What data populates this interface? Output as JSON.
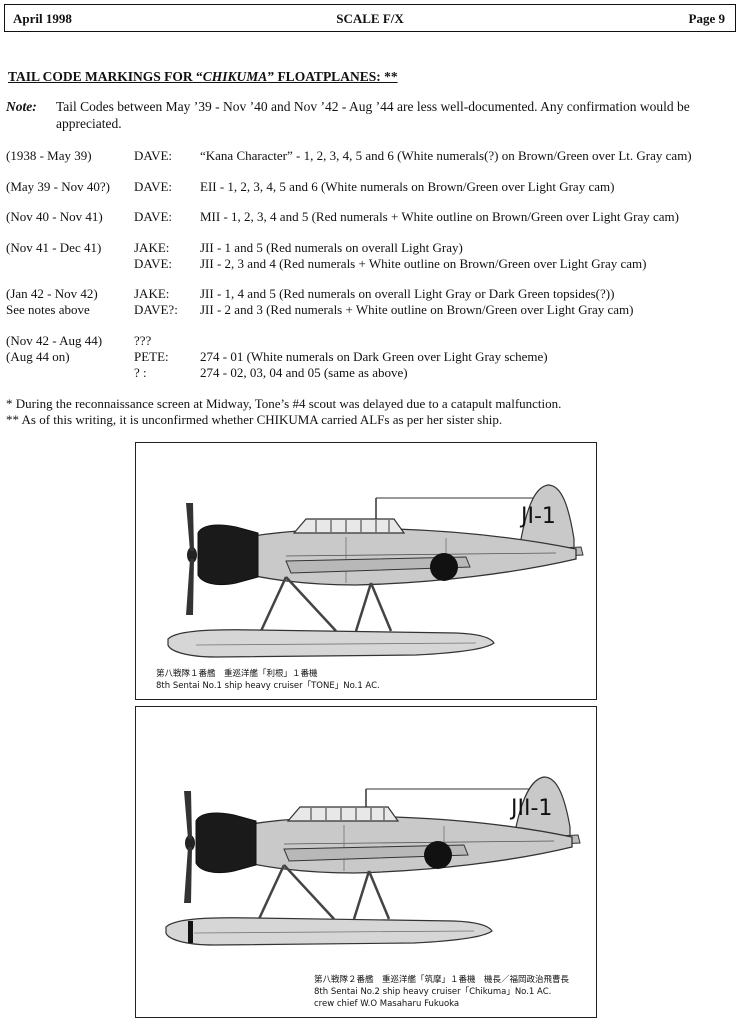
{
  "header": {
    "date": "April 1998",
    "publication": "SCALE F/X",
    "page": "Page 9"
  },
  "title": {
    "prefix": "TAIL CODE MARKINGS FOR “",
    "ship": "CHIKUMA",
    "suffix": "” FLOATPLANES:  **"
  },
  "note": {
    "label": "Note:",
    "text": "Tail Codes between May ’39 - Nov ’40 and Nov ’42 - Aug ’44 are less well-documented.  Any confirmation would be appreciated."
  },
  "rows": [
    {
      "period": "(1938 - May 39)",
      "entries": [
        {
          "aircraft": "DAVE:",
          "desc": "“Kana Character” - 1, 2, 3, 4, 5 and 6  (White numerals(?) on Brown/Green over Lt. Gray cam)"
        }
      ]
    },
    {
      "period": "(May 39 - Nov 40?)",
      "entries": [
        {
          "aircraft": "DAVE:",
          "desc": "EII - 1, 2, 3, 4, 5 and 6  (White numerals on Brown/Green over Light Gray cam)"
        }
      ]
    },
    {
      "period": "(Nov 40 - Nov 41)",
      "entries": [
        {
          "aircraft": "DAVE:",
          "desc": "MII - 1, 2, 3, 4 and 5  (Red numerals + White outline on Brown/Green over Light Gray cam)"
        }
      ]
    },
    {
      "period": "(Nov 41 - Dec 41)",
      "entries": [
        {
          "aircraft": "JAKE:",
          "desc": "JII  - 1 and 5 (Red numerals on overall Light Gray)"
        },
        {
          "aircraft": "DAVE:",
          "desc": "JII  - 2, 3 and 4  (Red numerals + White outline on Brown/Green over Light Gray cam)"
        }
      ]
    },
    {
      "period": "(Jan 42 - Nov 42)",
      "period2": "See notes above",
      "entries": [
        {
          "aircraft": "JAKE:",
          "desc": "JII  - 1, 4 and 5  (Red numerals on overall Light Gray or Dark Green topsides(?))"
        },
        {
          "aircraft": "DAVE?:",
          "desc": "JII  - 2 and 3  (Red numerals + White outline on Brown/Green over Light Gray cam)"
        }
      ]
    },
    {
      "period": " (Nov 42 - Aug 44)",
      "period2": "(Aug 44 on)",
      "entries": [
        {
          "aircraft": "???",
          "desc": ""
        },
        {
          "aircraft": "PETE:",
          "desc": "274 - 01 (White numerals on Dark Green over Light Gray scheme)"
        },
        {
          "aircraft": "?    :",
          "desc": "274 - 02, 03, 04 and 05 (same as above)"
        }
      ]
    }
  ],
  "footnotes": [
    "*  During the reconnaissance screen at Midway, Tone’s #4 scout was delayed due to a catapult malfunction.",
    "** As of this writing, it is unconfirmed whether CHIKUMA carried ALFs as per her sister ship."
  ],
  "figures": [
    {
      "tail_code": "JI-1",
      "caption_jp": "第八戦隊１番艦　重巡洋艦「利根」１番機",
      "caption_en": "8th Sentai No.1 ship heavy cruiser「TONE」No.1 AC."
    },
    {
      "tail_code": "JII-1",
      "caption_jp": "第八戦隊２番艦　重巡洋艦「筑摩」１番機　機長／福岡政治飛曹長",
      "caption_en": "8th Sentai No.2 ship heavy cruiser「Chikuma」No.1 AC.",
      "caption_en2": "crew chief W.O Masaharu Fukuoka"
    }
  ],
  "colors": {
    "aircraft_gray": "#c9c9c9",
    "cowling": "#1a1a1a",
    "hinomaru": "#111111"
  }
}
